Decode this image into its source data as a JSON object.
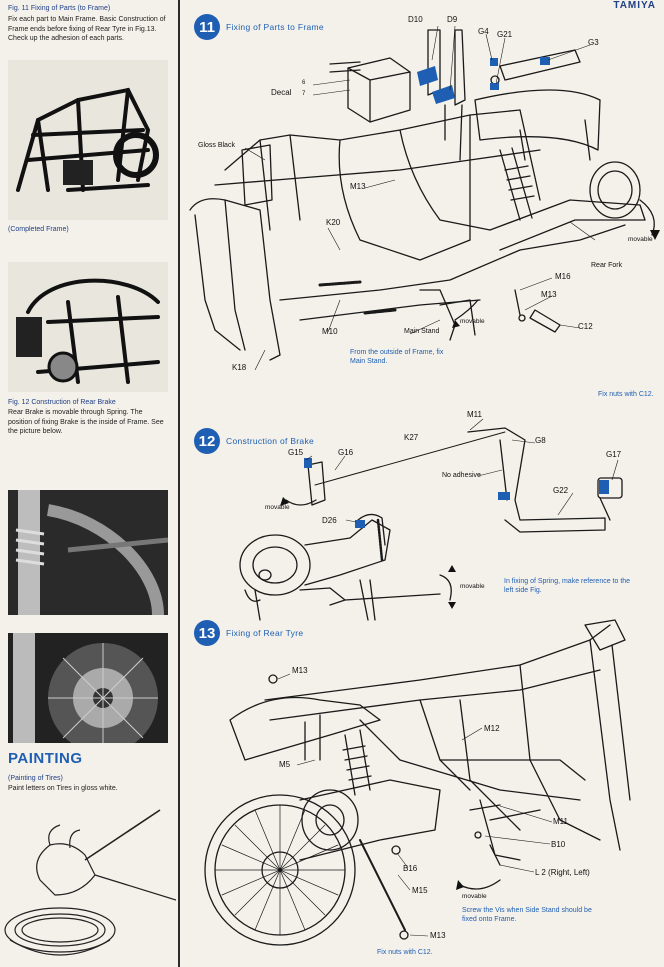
{
  "brand": "TAMIYA",
  "left": {
    "fig11_caption": "Fig. 11 Fixing of Parts (to Frame)",
    "fig11_text": "Fix each part to Main Frame. Basic Construction of Frame ends before fixing of Rear Tyre in Fig.13. Check up the adhesion of each parts.",
    "completed_frame": "(Completed Frame)",
    "fig12_caption": "Fig. 12 Construction of Rear Brake",
    "fig12_text": "Rear Brake is movable through Spring. The position of fixing Brake is the inside of Frame. See the picture below.",
    "painting_title": "PAINTING",
    "painting_sub": "(Painting of Tires)",
    "painting_text": "Paint letters on Tires in gloss white."
  },
  "step11": {
    "number": "11",
    "title": "Fixing of Parts to Frame",
    "labels": {
      "d10": "D10",
      "d9": "D9",
      "g4": "G4",
      "g21": "G21",
      "g3": "G3",
      "decal": "Decal",
      "decal_n1": "6",
      "decal_n2": "7",
      "gloss_black": "Gloss Black",
      "m13a": "M13",
      "k20": "K20",
      "m16": "M16",
      "m13b": "M13",
      "c12": "C12",
      "m10": "M10",
      "main_stand": "Main Stand",
      "movable1": "movable",
      "movable2": "movable",
      "rear_fork": "Rear Fork",
      "k18": "K18"
    },
    "note_outside": "From the outside of Frame, fix Main Stand.",
    "note_fix": "Fix nuts with C12."
  },
  "step12": {
    "number": "12",
    "title": "Construction of Brake",
    "labels": {
      "m11": "M11",
      "k27": "K27",
      "g8": "G8",
      "g15": "G15",
      "g16": "G16",
      "no_adhesive": "No adhesive",
      "g17": "G17",
      "g22": "G22",
      "movable1": "movable",
      "d26": "D26",
      "movable2": "movable"
    },
    "note_spring": "In fixing of Spring, make reference to the left side Fig."
  },
  "step13": {
    "number": "13",
    "title": "Fixing of Rear Tyre",
    "labels": {
      "m13a": "M13",
      "m12": "M12",
      "m5": "M5",
      "m11": "M11",
      "b10": "B10",
      "l2": "L 2 (Right, Left)",
      "b16": "B16",
      "m15": "M15",
      "m13b": "M13",
      "movable": "movable"
    },
    "note_vis": "Screw the Vis when Side Stand should be fixed onto Frame.",
    "note_fix": "Fix nuts with C12."
  },
  "colors": {
    "accent": "#1f5fb3",
    "part_highlight": "#1f5fb3"
  }
}
